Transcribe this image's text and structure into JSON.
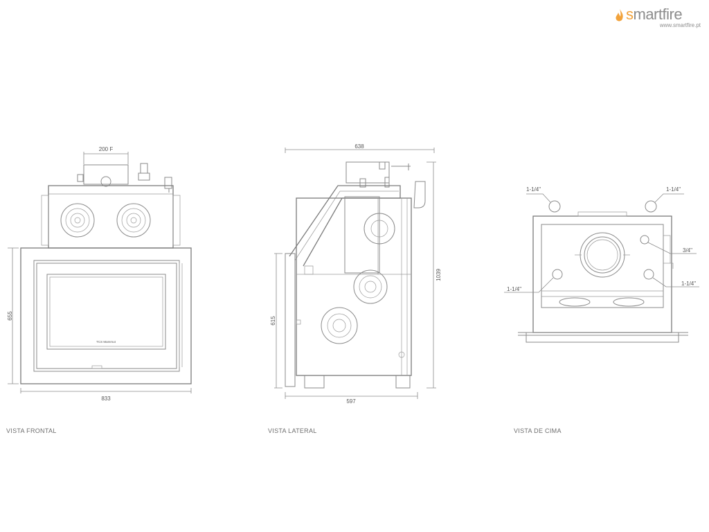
{
  "brand": {
    "name_accent": "s",
    "name_rest": "martfire",
    "url": "www.smartfire.pt",
    "accent_color": "#f2a23a",
    "text_color": "#8c8c8c"
  },
  "views": {
    "front": {
      "label": "VISTA FRONTAL",
      "dims": {
        "width": "833",
        "height": "655",
        "flue": "200 F"
      },
      "plate_text": "TCS Mammut"
    },
    "side": {
      "label": "VISTA LATERAL",
      "dims": {
        "top_width": "638",
        "bottom_width": "597",
        "door_height": "615",
        "total_height": "1039"
      }
    },
    "top": {
      "label": "VISTA DE CIMA",
      "callouts": {
        "top_left": "1-1/4\"",
        "top_right": "1-1/4\"",
        "right_upper": "3/4\"",
        "left_lower": "1-1/4\"",
        "right_lower": "1-1/4\""
      }
    }
  }
}
